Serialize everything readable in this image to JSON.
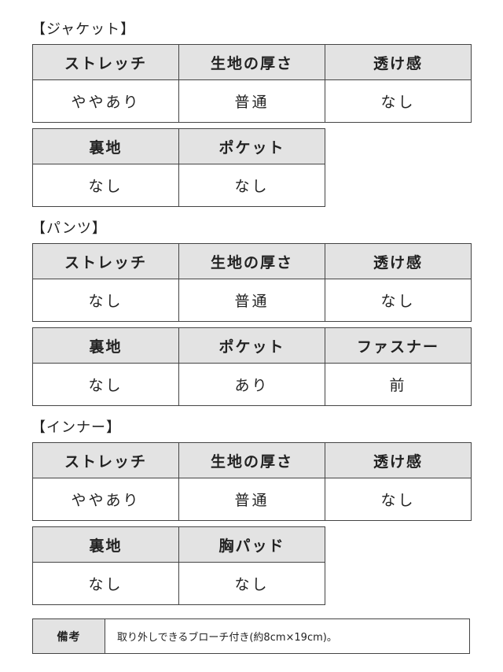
{
  "jacket": {
    "title": "【ジャケット】",
    "row1": {
      "headers": [
        "ストレッチ",
        "生地の厚さ",
        "透け感"
      ],
      "values": [
        "ややあり",
        "普通",
        "なし"
      ]
    },
    "row2": {
      "headers": [
        "裏地",
        "ポケット"
      ],
      "values": [
        "なし",
        "なし"
      ]
    }
  },
  "pants": {
    "title": "【パンツ】",
    "row1": {
      "headers": [
        "ストレッチ",
        "生地の厚さ",
        "透け感"
      ],
      "values": [
        "なし",
        "普通",
        "なし"
      ]
    },
    "row2": {
      "headers": [
        "裏地",
        "ポケット",
        "ファスナー"
      ],
      "values": [
        "なし",
        "あり",
        "前"
      ]
    }
  },
  "inner": {
    "title": "【インナー】",
    "row1": {
      "headers": [
        "ストレッチ",
        "生地の厚さ",
        "透け感"
      ],
      "values": [
        "ややあり",
        "普通",
        "なし"
      ]
    },
    "row2": {
      "headers": [
        "裏地",
        "胸パッド"
      ],
      "values": [
        "なし",
        "なし"
      ]
    }
  },
  "note": {
    "label": "備考",
    "text": "取り外しできるブローチ付き(約8cm×19cm)。"
  }
}
